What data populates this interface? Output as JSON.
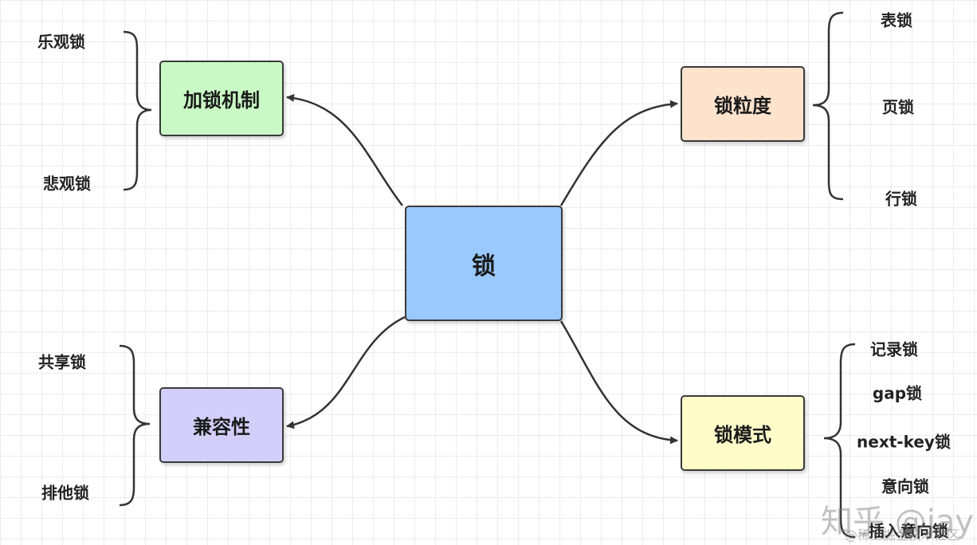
{
  "center": {
    "label": "锁",
    "color": "#99c9fd"
  },
  "branches": [
    {
      "id": "mechanism",
      "label": "加锁机制",
      "color": "#c9fac5",
      "leaves": [
        "乐观锁",
        "悲观锁"
      ]
    },
    {
      "id": "granularity",
      "label": "锁粒度",
      "color": "#fde3cc",
      "leaves": [
        "表锁",
        "页锁",
        "行锁"
      ]
    },
    {
      "id": "compatibility",
      "label": "兼容性",
      "color": "#d2d0fb",
      "leaves": [
        "共享锁",
        "排他锁"
      ]
    },
    {
      "id": "mode",
      "label": "锁模式",
      "color": "#fefdc9",
      "leaves": [
        "记录锁",
        "gap锁",
        "next-key锁",
        "意向锁",
        "插入意向锁"
      ]
    }
  ],
  "watermark": {
    "main": "知乎 @jay",
    "sub": "@稀土掘金技术社区"
  }
}
